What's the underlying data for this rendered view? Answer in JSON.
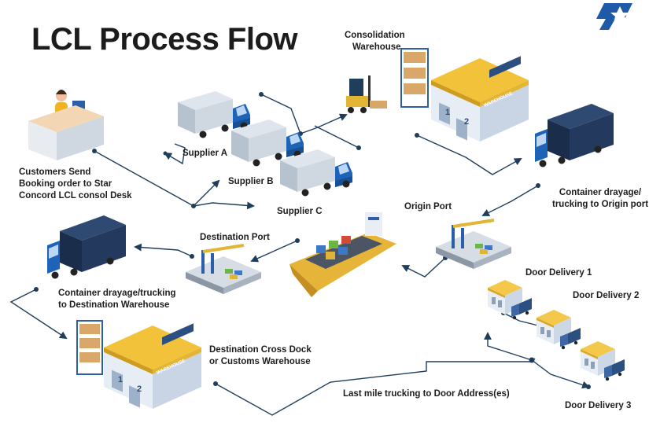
{
  "title": "LCL Process Flow",
  "colors": {
    "connector": "#1f3e5c",
    "truck_blue": "#1d63b8",
    "container_navy": "#233a5e",
    "roof_yellow": "#f2c23a",
    "wall": "#dde6f0"
  },
  "icons": [
    "star-logo-icon",
    "desk-icon",
    "truck-icon",
    "forklift-icon",
    "warehouse-icon",
    "crane-icon",
    "ship-icon",
    "container-truck-icon",
    "house-icon"
  ],
  "labels": {
    "customer": [
      "Customers Send",
      "Booking order to Star",
      "Concord LCL consol Desk"
    ],
    "supplier_a": "Supplier A",
    "supplier_b": "Supplier B",
    "supplier_c": "Supplier C",
    "consolidation": [
      "Consolidation",
      "Warehouse"
    ],
    "drayage_origin": [
      "Container drayage/",
      "trucking to Origin port"
    ],
    "origin_port": "Origin Port",
    "destination_port": "Destination Port",
    "drayage_dest": [
      "Container drayage/trucking",
      "to Destination Warehouse"
    ],
    "cross_dock": [
      "Destination Cross Dock",
      "or Customs Warehouse"
    ],
    "last_mile": "Last mile trucking to Door Address(es)",
    "door_1": "Door Delivery 1",
    "door_2": "Door Delivery 2",
    "door_3": "Door Delivery 3",
    "warehouse_sign": "WAREHOUSE",
    "bay_1": "1",
    "bay_2": "2"
  }
}
